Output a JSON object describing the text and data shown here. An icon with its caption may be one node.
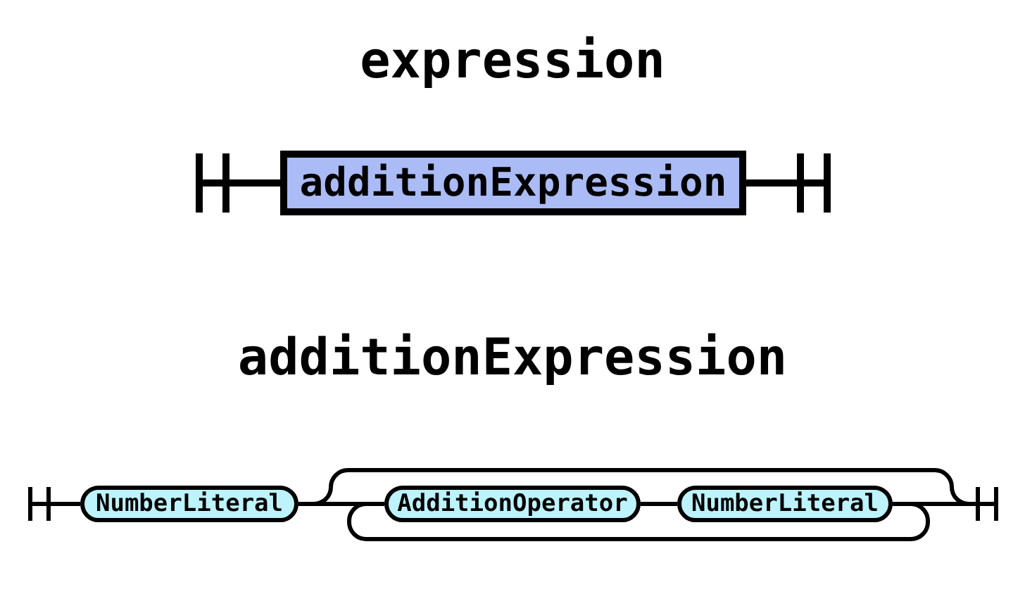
{
  "diagram": {
    "nodes": [
      {
        "text": [],
        "shape": "bar"
      },
      {
        "text": [
          "additionExpression"
        ]
      },
      {
        "text": [],
        "shape": "bar"
      },
      {
        "text": [],
        "shape": "bar"
      },
      {
        "text": [
          "NumberLiteral"
        ]
      },
      {
        "text": [
          "AdditionOperator"
        ]
      },
      {
        "text": [
          "NumberLiteral"
        ]
      },
      {
        "text": [],
        "shape": "bar"
      }
    ],
    "edges": [
      {
        "from": 0,
        "to": 1,
        "arrow": "none"
      },
      {
        "from": 1,
        "to": 2,
        "arrow": "none"
      },
      {
        "from": 3,
        "to": 4,
        "arrow": "none"
      },
      {
        "from": 4,
        "to": 7,
        "arrow": "none"
      },
      {
        "from": 4,
        "to": 5,
        "arrow": "none"
      },
      {
        "from": 5,
        "to": 6,
        "arrow": "none"
      },
      {
        "from": 6,
        "to": 7,
        "arrow": "none"
      },
      {
        "from": 6,
        "to": 5,
        "arrow": "none"
      }
    ],
    "labels": [
      "expression",
      "additionExpression"
    ]
  }
}
